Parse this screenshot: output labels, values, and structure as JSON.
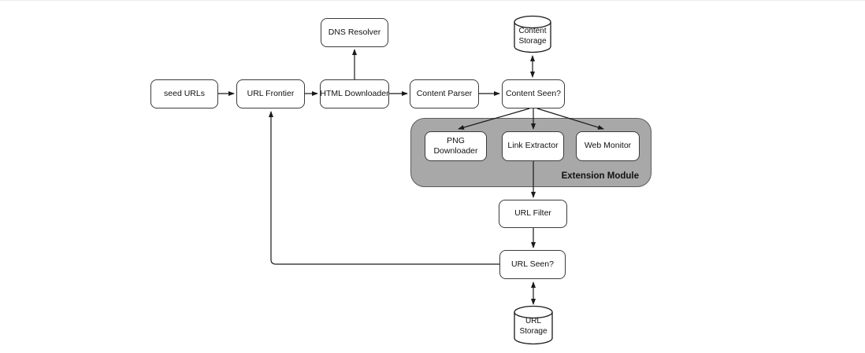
{
  "diagram": {
    "nodes": {
      "seed_urls": "seed URLs",
      "url_frontier": "URL Frontier",
      "html_downloader": "HTML Downloader",
      "dns_resolver": "DNS Resolver",
      "content_parser": "Content Parser",
      "content_seen": "Content Seen?",
      "content_storage": "Content Storage",
      "png_downloader": "PNG Downloader",
      "link_extractor": "Link Extractor",
      "web_monitor": "Web Monitor",
      "extension_module": "Extension Module",
      "url_filter": "URL Filter",
      "url_seen": "URL Seen?",
      "url_storage": "URL Storage"
    },
    "edges": [
      {
        "from": "seed URLs",
        "to": "URL Frontier",
        "type": "arrow"
      },
      {
        "from": "URL Frontier",
        "to": "HTML Downloader",
        "type": "arrow"
      },
      {
        "from": "HTML Downloader",
        "to": "DNS Resolver",
        "type": "arrow"
      },
      {
        "from": "HTML Downloader",
        "to": "Content Parser",
        "type": "arrow"
      },
      {
        "from": "Content Parser",
        "to": "Content Seen?",
        "type": "arrow"
      },
      {
        "from": "Content Seen?",
        "to": "Content Storage",
        "type": "double-arrow"
      },
      {
        "from": "Content Seen?",
        "to": "PNG Downloader",
        "type": "arrow"
      },
      {
        "from": "Content Seen?",
        "to": "Link Extractor",
        "type": "arrow"
      },
      {
        "from": "Content Seen?",
        "to": "Web Monitor",
        "type": "arrow"
      },
      {
        "from": "Link Extractor",
        "to": "URL Filter",
        "type": "arrow"
      },
      {
        "from": "URL Filter",
        "to": "URL Seen?",
        "type": "arrow"
      },
      {
        "from": "URL Seen?",
        "to": "URL Storage",
        "type": "double-arrow"
      },
      {
        "from": "URL Seen?",
        "to": "URL Frontier",
        "type": "arrow"
      }
    ],
    "colors": {
      "node_fill": "#ffffff",
      "node_border": "#3b3b3b",
      "module_fill": "#a8a8a8",
      "module_border": "#5c5c5c",
      "connector": "#1a1a1a",
      "text": "#111111"
    }
  }
}
